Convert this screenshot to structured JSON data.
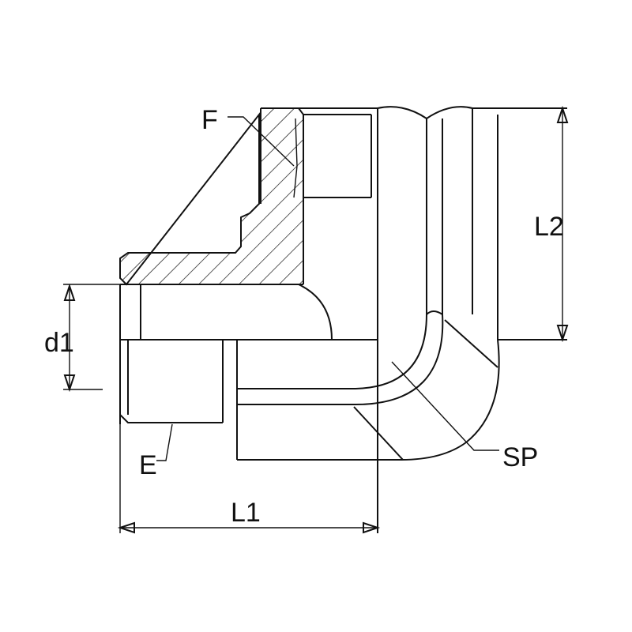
{
  "labels": {
    "f": "F",
    "l2": "L2",
    "d1": "d1",
    "e": "E",
    "sp": "SP",
    "l1": "L1"
  },
  "colors": {
    "line": "#111111",
    "background": "#ffffff"
  }
}
